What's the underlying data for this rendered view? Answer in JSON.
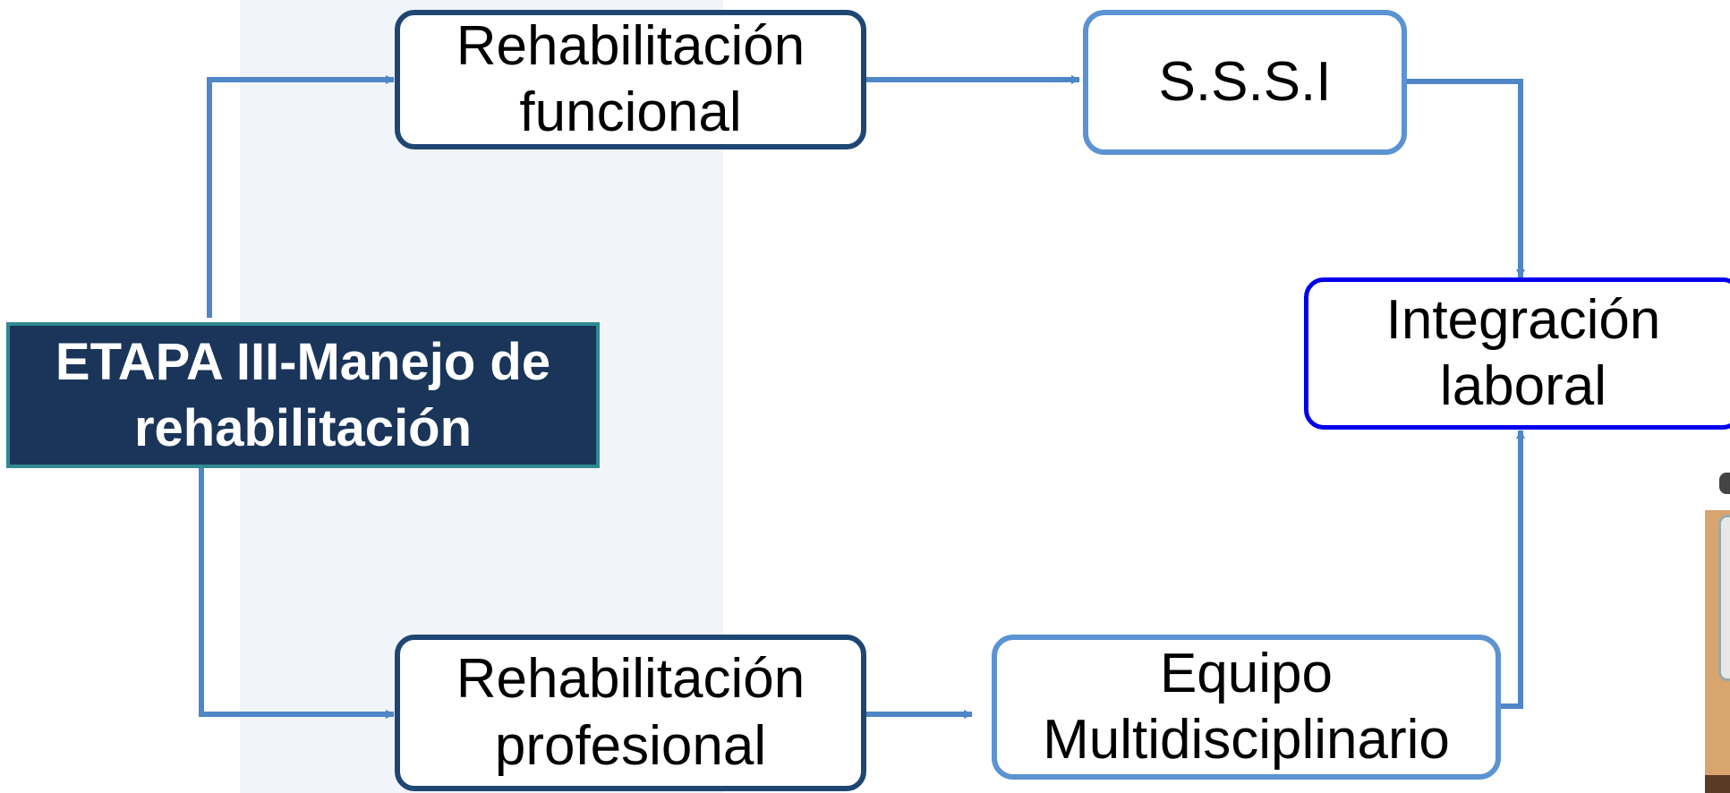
{
  "diagram": {
    "main_node": "ETAPA III-Manejo de\nrehabilitación",
    "nodes": {
      "rehab_funcional": "Rehabilitación\nfuncional",
      "sssi": "S.S.S.I",
      "integracion": "Integración\nlaboral",
      "rehab_profesional": "Rehabilitación\nprofesional",
      "equipo": "Equipo\nMultidisciplinario"
    },
    "colors": {
      "main_fill": "#1a3559",
      "main_border": "#2f8a91",
      "dark_border": "#1f4673",
      "light_border": "#5b93d3",
      "highlight_border": "#0000ee",
      "connector": "#4f86c6"
    }
  }
}
